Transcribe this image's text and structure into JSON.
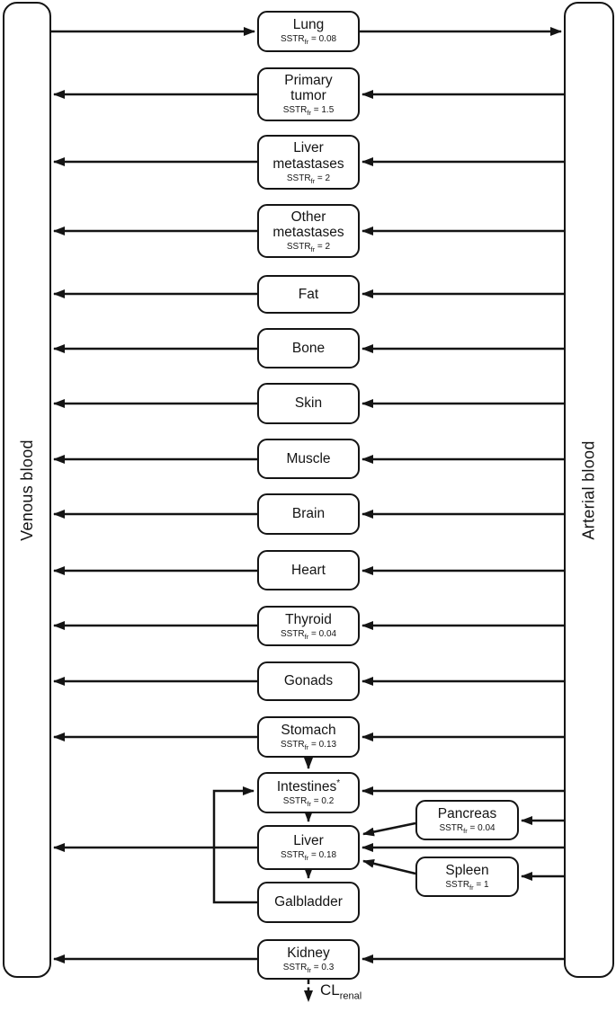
{
  "columns": {
    "venous": "Venous blood",
    "arterial": "Arterial blood"
  },
  "sstr": {
    "prefix": "SSTR",
    "sub": "fr"
  },
  "organs": {
    "lung": {
      "lines": [
        "Lung"
      ],
      "sstr": " = 0.08"
    },
    "primary_tumor": {
      "lines": [
        "Primary",
        "tumor"
      ],
      "sstr": " = 1.5"
    },
    "liver_metastases": {
      "lines": [
        "Liver",
        "metastases"
      ],
      "sstr": " = 2"
    },
    "other_metastases": {
      "lines": [
        "Other",
        "metastases"
      ],
      "sstr": " = 2"
    },
    "fat": {
      "lines": [
        "Fat"
      ]
    },
    "bone": {
      "lines": [
        "Bone"
      ]
    },
    "skin": {
      "lines": [
        "Skin"
      ]
    },
    "muscle": {
      "lines": [
        "Muscle"
      ]
    },
    "brain": {
      "lines": [
        "Brain"
      ]
    },
    "heart": {
      "lines": [
        "Heart"
      ]
    },
    "thyroid": {
      "lines": [
        "Thyroid"
      ],
      "sstr": " = 0.04"
    },
    "gonads": {
      "lines": [
        "Gonads"
      ]
    },
    "stomach": {
      "lines": [
        "Stomach"
      ],
      "sstr": " = 0.13"
    },
    "intestines": {
      "lines": [
        "Intestines"
      ],
      "sup": "*",
      "sstr": " = 0.2"
    },
    "liver": {
      "lines": [
        "Liver"
      ],
      "sstr": " = 0.18"
    },
    "galbladder": {
      "lines": [
        "Galbladder"
      ]
    },
    "pancreas": {
      "lines": [
        "Pancreas"
      ],
      "sstr": " = 0.04"
    },
    "spleen": {
      "lines": [
        "Spleen"
      ],
      "sstr": " = 1"
    },
    "kidney": {
      "lines": [
        "Kidney"
      ],
      "sstr": " = 0.3"
    }
  },
  "clearance": {
    "prefix": "CL",
    "sub": "renal"
  },
  "colors": {
    "ink": "#141414",
    "background": "#ffffff"
  }
}
